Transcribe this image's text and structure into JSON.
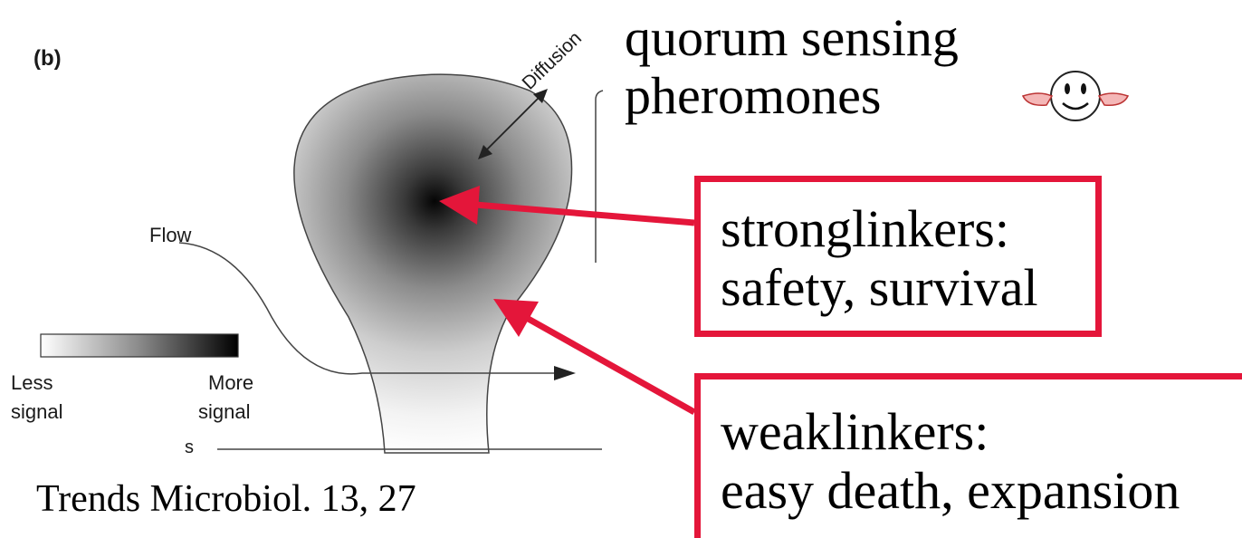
{
  "figure": {
    "panel_label": "(b)",
    "flow_label": "Flow",
    "diffusion_label": "Diffusion",
    "legend": {
      "less_line1": "Less",
      "less_line2": "signal",
      "more_line1": "More",
      "more_line2": "signal"
    },
    "surface_label": "s"
  },
  "title": {
    "line1": "quorum sensing",
    "line2": "pheromones"
  },
  "callouts": {
    "strong": {
      "line1": "stronglinkers:",
      "line2": "safety, survival"
    },
    "weak": {
      "line1": "weaklinkers:",
      "line2": "easy death, expansion"
    }
  },
  "citation": "Trends Microbiol. 13, 27",
  "colors": {
    "callout_border": "#e4163a",
    "arrow": "#e4163a"
  },
  "icons": {
    "emoticon": "smiley-face-icon"
  }
}
